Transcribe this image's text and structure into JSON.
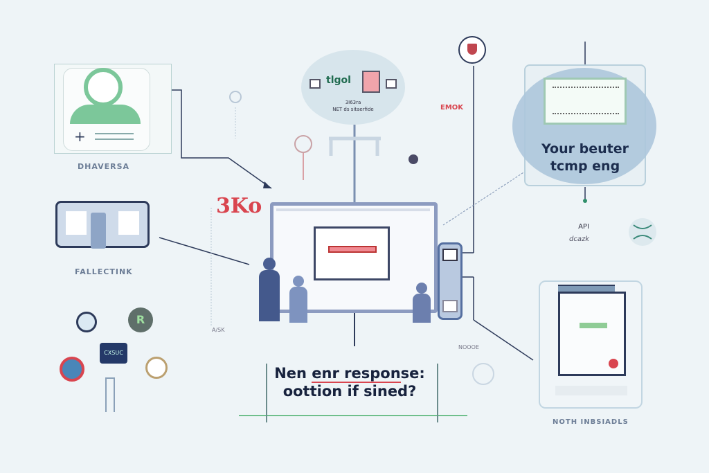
{
  "labels": {
    "profile_card": "DHAVERSA",
    "server_panel": "FALLECTINK",
    "briefcase": "CXSUC",
    "error_tag": "EMOK",
    "ask_tag": "A/SK",
    "node_tag": "NOOOE",
    "phone_card": "NOTH INBSIADLS",
    "api": "API",
    "api_sub": "dcazk",
    "hub_brand": "tlgol",
    "hub_line1": "3I63ra",
    "hub_line2": "NET ds sitaerfide",
    "scribble": "3Ko"
  },
  "bubble": {
    "title_line1": "Your beuter",
    "title_line2": "tcmp eng"
  },
  "question": {
    "line1_a": "Nen ",
    "line1_b": "enr respon",
    "line1_c": "se:",
    "line2": "oottion if sined?"
  },
  "colors": {
    "accent_green": "#6fbf8c",
    "accent_red": "#d9454f",
    "navy": "#2e3d6b",
    "panel_blue": "#aec6dc"
  }
}
